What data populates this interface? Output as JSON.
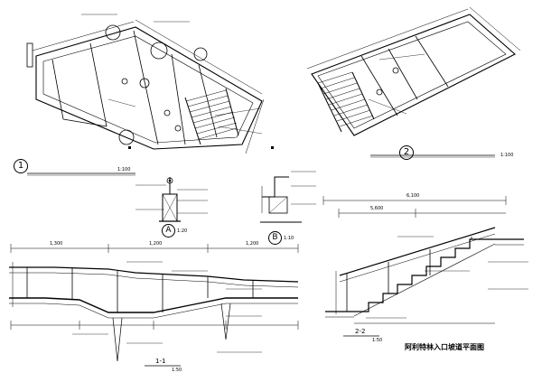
{
  "colors": {
    "ink": "#000000",
    "paper": "#ffffff",
    "rail": "#2b2b2b"
  },
  "views": {
    "plan1": {
      "bubble": "1",
      "scale": "1:100"
    },
    "plan2": {
      "bubble": "2",
      "scale": "1:100"
    },
    "detailA": {
      "bubble": "A",
      "scale": "1:20"
    },
    "detailB": {
      "bubble": "B",
      "scale": "1:10"
    },
    "section11": {
      "name": "1-1",
      "scale": "1:50"
    },
    "section22": {
      "name": "2-2",
      "scale": "1:50"
    }
  },
  "dimensions": {
    "d1": "1,300",
    "d2": "1,200",
    "d3": "1,200",
    "d4": "6,100",
    "d5": "5,600"
  },
  "sheet_title": "阿利特林入口坡道平面图"
}
